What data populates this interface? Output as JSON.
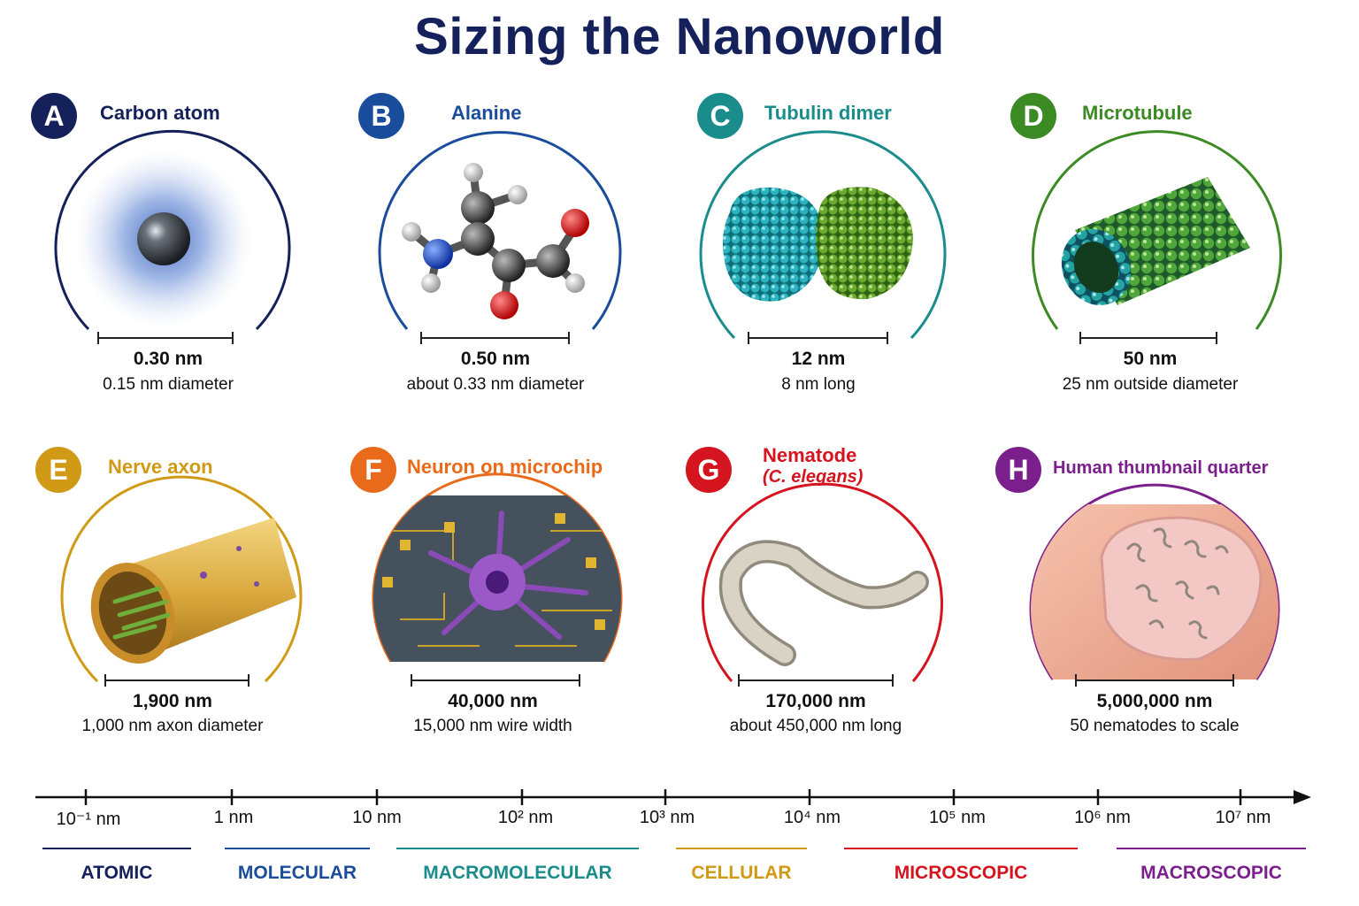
{
  "title": "Sizing the Nanoworld",
  "panels": [
    {
      "letter": "A",
      "name": "Carbon atom",
      "size": "0.30 nm",
      "note": "0.15 nm diameter",
      "color": "#14215a"
    },
    {
      "letter": "B",
      "name": "Alanine",
      "size": "0.50 nm",
      "note": "about 0.33 nm diameter",
      "color": "#1a4c9c"
    },
    {
      "letter": "C",
      "name": "Tubulin dimer",
      "size": "12 nm",
      "note": "8 nm long",
      "color": "#1b8c8c"
    },
    {
      "letter": "D",
      "name": "Microtubule",
      "size": "50 nm",
      "note": "25 nm outside diameter",
      "color": "#3c8a23"
    },
    {
      "letter": "E",
      "name": "Nerve axon",
      "size": "1,900 nm",
      "note": "1,000 nm axon diameter",
      "color": "#d09a16"
    },
    {
      "letter": "F",
      "name": "Neuron on microchip",
      "size": "40,000 nm",
      "note": "15,000 nm wire width",
      "color": "#e86a1a"
    },
    {
      "letter": "G",
      "name": "Nematode",
      "subname": "(C. elegans)",
      "size": "170,000 nm",
      "note": "about 450,000 nm long",
      "color": "#d4141e"
    },
    {
      "letter": "H",
      "name": "Human thumbnail quarter",
      "size": "5,000,000 nm",
      "note": "50 nematodes to scale",
      "color": "#7a1f8c"
    }
  ],
  "axis": {
    "ticks": [
      "10⁻¹ nm",
      "1 nm",
      "10 nm",
      "10² nm",
      "10³ nm",
      "10⁴ nm",
      "10⁵ nm",
      "10⁶ nm",
      "10⁷ nm"
    ]
  },
  "bands": [
    {
      "label": "ATOMIC",
      "color": "#14215a"
    },
    {
      "label": "MOLECULAR",
      "color": "#1a4c9c"
    },
    {
      "label": "MACROMOLECULAR",
      "color": "#1b8c8c"
    },
    {
      "label": "CELLULAR",
      "color": "#d09a16"
    },
    {
      "label": "MICROSCOPIC",
      "color": "#d4141e"
    },
    {
      "label": "MACROSCOPIC",
      "color": "#7a1f8c"
    }
  ]
}
